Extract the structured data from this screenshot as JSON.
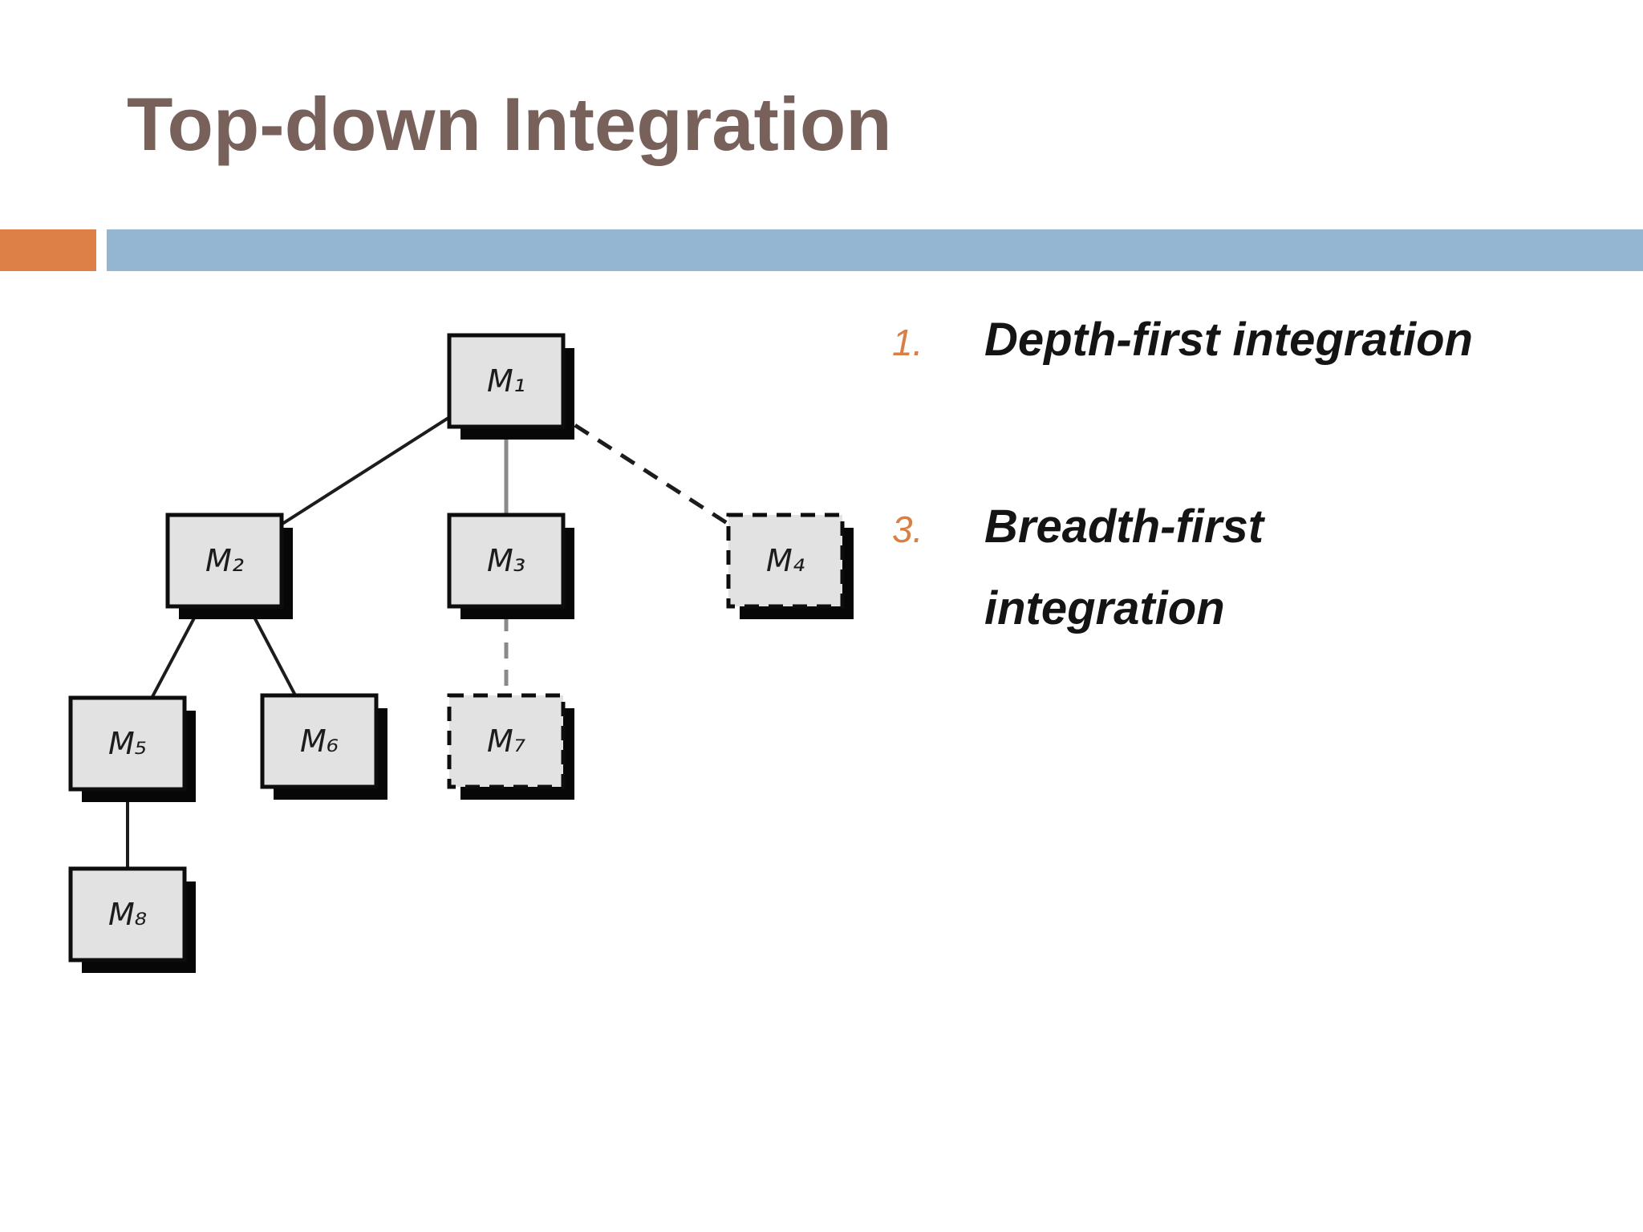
{
  "slide": {
    "title": "Top-down Integration",
    "colors": {
      "title_text": "#77615A",
      "accent_orange": "#DD8047",
      "accent_blue": "#94B6D2",
      "list_number": "#D97E45",
      "list_text": "#141414",
      "box_fill": "#E2E2E2",
      "box_border": "#0D0D0D",
      "box_shadow": "#070707",
      "edge_black": "#1C1C1C",
      "edge_gray": "#8A8A8A"
    }
  },
  "list": {
    "items": [
      {
        "number": "1.",
        "label": "Depth-first integration"
      },
      {
        "number": "3.",
        "label": "Breadth-first integration"
      }
    ]
  },
  "diagram": {
    "description": "Module integration tree; dashed modules and edges are not yet integrated",
    "nodes": [
      {
        "id": "M1",
        "label": "M₁",
        "style": "solid"
      },
      {
        "id": "M2",
        "label": "M₂",
        "style": "solid"
      },
      {
        "id": "M3",
        "label": "M₃",
        "style": "solid"
      },
      {
        "id": "M4",
        "label": "M₄",
        "style": "dashed"
      },
      {
        "id": "M5",
        "label": "M₅",
        "style": "solid"
      },
      {
        "id": "M6",
        "label": "M₆",
        "style": "solid"
      },
      {
        "id": "M7",
        "label": "M₇",
        "style": "dashed"
      },
      {
        "id": "M8",
        "label": "M₈",
        "style": "solid"
      }
    ],
    "edges": [
      {
        "from": "M1",
        "to": "M2",
        "style": "solid",
        "color": "black"
      },
      {
        "from": "M1",
        "to": "M3",
        "style": "solid",
        "color": "gray"
      },
      {
        "from": "M1",
        "to": "M4",
        "style": "dashed",
        "color": "black"
      },
      {
        "from": "M2",
        "to": "M5",
        "style": "solid",
        "color": "black"
      },
      {
        "from": "M2",
        "to": "M6",
        "style": "solid",
        "color": "black"
      },
      {
        "from": "M3",
        "to": "M7",
        "style": "dashed",
        "color": "gray"
      },
      {
        "from": "M5",
        "to": "M8",
        "style": "solid",
        "color": "black"
      }
    ]
  }
}
